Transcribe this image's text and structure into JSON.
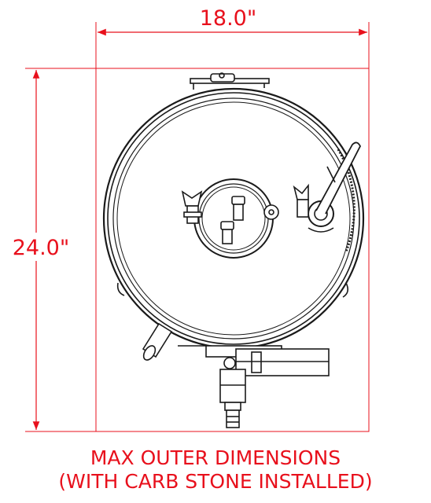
{
  "dimensions": {
    "width_label": "18.0\"",
    "height_label": "24.0\""
  },
  "caption": {
    "line1": "MAX OUTER DIMENSIONS",
    "line2": "(WITH CARB STONE INSTALLED)"
  },
  "colors": {
    "dimension": "#e8101c",
    "linework": "#1a1a1a"
  }
}
